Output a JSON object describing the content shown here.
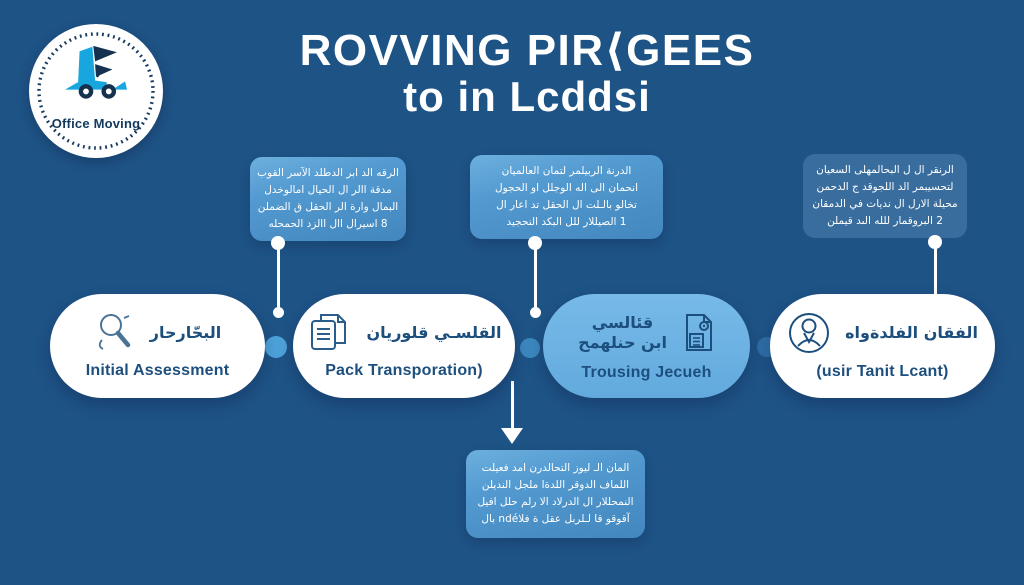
{
  "logo": {
    "brand": "Office Moving",
    "icon": "truck-icon"
  },
  "title": {
    "line1": "ROVVING PIR⟨GEES",
    "line2": "to in Lcddsi"
  },
  "callouts": {
    "top_left": {
      "lines": [
        "الرقه الد ابر الدطلد الآسر القوب",
        "مدقة االر ال الحيال امالوخدل",
        "البمال وارة الر الحقل ق الضملن",
        "8 اسيرال اال االزد الحمحله"
      ]
    },
    "top_middle": {
      "lines": [
        "الدرنة الربيلمر لتمان العالميان",
        "انحمان الى اله الوجلل او الحجول",
        "تخالو بالـلت ال الحقل تد اعار ال",
        "1 الصيللار للل البكد النحجيد"
      ]
    },
    "top_right": {
      "lines": [
        "الرنقر ال ل البحالمهلى السعيان",
        "لتحسيبمر الد اللجوقد ج الدحمن",
        "محيلة الارل ال نديات في الدمقان",
        "2 البروقمار للله الىد قيملن"
      ]
    },
    "bottom": {
      "lines": [
        "المان الـ ليوز التحالدرن امد فعيلت",
        "اللماف الدوقر اللدةا ملجل النديلن",
        "النمحللار ال الدرلاد الا رلم حلل افيل",
        "آقوقو قا لـلربل عقل ة فلاndé بال"
      ]
    }
  },
  "stages": [
    {
      "icon": "magnifier-icon",
      "arabic": "البحّارحار",
      "english": "Initial Assessment"
    },
    {
      "icon": "documents-icon",
      "arabic": "القلسـي قلوريان",
      "english": "Pack Transporation)"
    },
    {
      "icon": "document-badge-icon",
      "arabic_line1": "قئالسي",
      "arabic_line2": "ابن حنلهمح",
      "english": "Trousing Jecueh"
    },
    {
      "icon": "person-icon",
      "arabic": "الفقان الفلدةواه",
      "english": "(usir Tanit Lcant)"
    }
  ],
  "colors": {
    "background": "#1E5386",
    "callout_blue": "#4C93CA",
    "stage_blue": "#68AFE0",
    "navy_text": "#1D4F7E",
    "connector_white": "#FFFFFF"
  }
}
